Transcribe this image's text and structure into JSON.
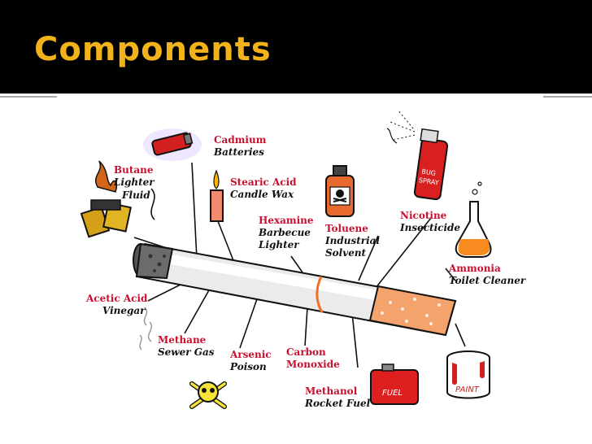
{
  "title": "Components",
  "colors": {
    "header_bg": "#000000",
    "title": "#f2b21a",
    "label_red": "#c8102e",
    "label_black": "#111111"
  },
  "components": [
    {
      "name": "Cadmium",
      "use": [
        "Batteries"
      ],
      "icon": "battery-icon"
    },
    {
      "name": "Butane",
      "use": [
        "Lighter",
        "Fluid"
      ],
      "icon": "lighter-icon"
    },
    {
      "name": "Stearic Acid",
      "use": [
        "Candle Wax"
      ],
      "icon": "candle-icon"
    },
    {
      "name": "Hexamine",
      "use": [
        "Barbecue",
        "Lighter"
      ],
      "icon": ""
    },
    {
      "name": "Toluene",
      "use": [
        "Industrial",
        "Solvent"
      ],
      "icon": "poison-bottle-icon"
    },
    {
      "name": "Nicotine",
      "use": [
        "Insecticide"
      ],
      "icon": "bug-spray-icon"
    },
    {
      "name": "Ammonia",
      "use": [
        "Toilet Cleaner"
      ],
      "icon": "flask-icon"
    },
    {
      "name": "Acetic Acid",
      "use": [
        "Vinegar"
      ],
      "icon": ""
    },
    {
      "name": "Methane",
      "use": [
        "Sewer Gas"
      ],
      "icon": "gas-icon"
    },
    {
      "name": "Arsenic",
      "use": [
        "Poison"
      ],
      "icon": "skull-icon"
    },
    {
      "name": "Carbon",
      "use": [
        "Monoxide"
      ],
      "icon": ""
    },
    {
      "name": "Methanol",
      "use": [
        "Rocket Fuel"
      ],
      "icon": "fuel-can-icon"
    }
  ],
  "icon_text": {
    "bug_spray": [
      "BUG",
      "SPRAY"
    ],
    "fuel": "FUEL",
    "paint": "PAINT"
  }
}
